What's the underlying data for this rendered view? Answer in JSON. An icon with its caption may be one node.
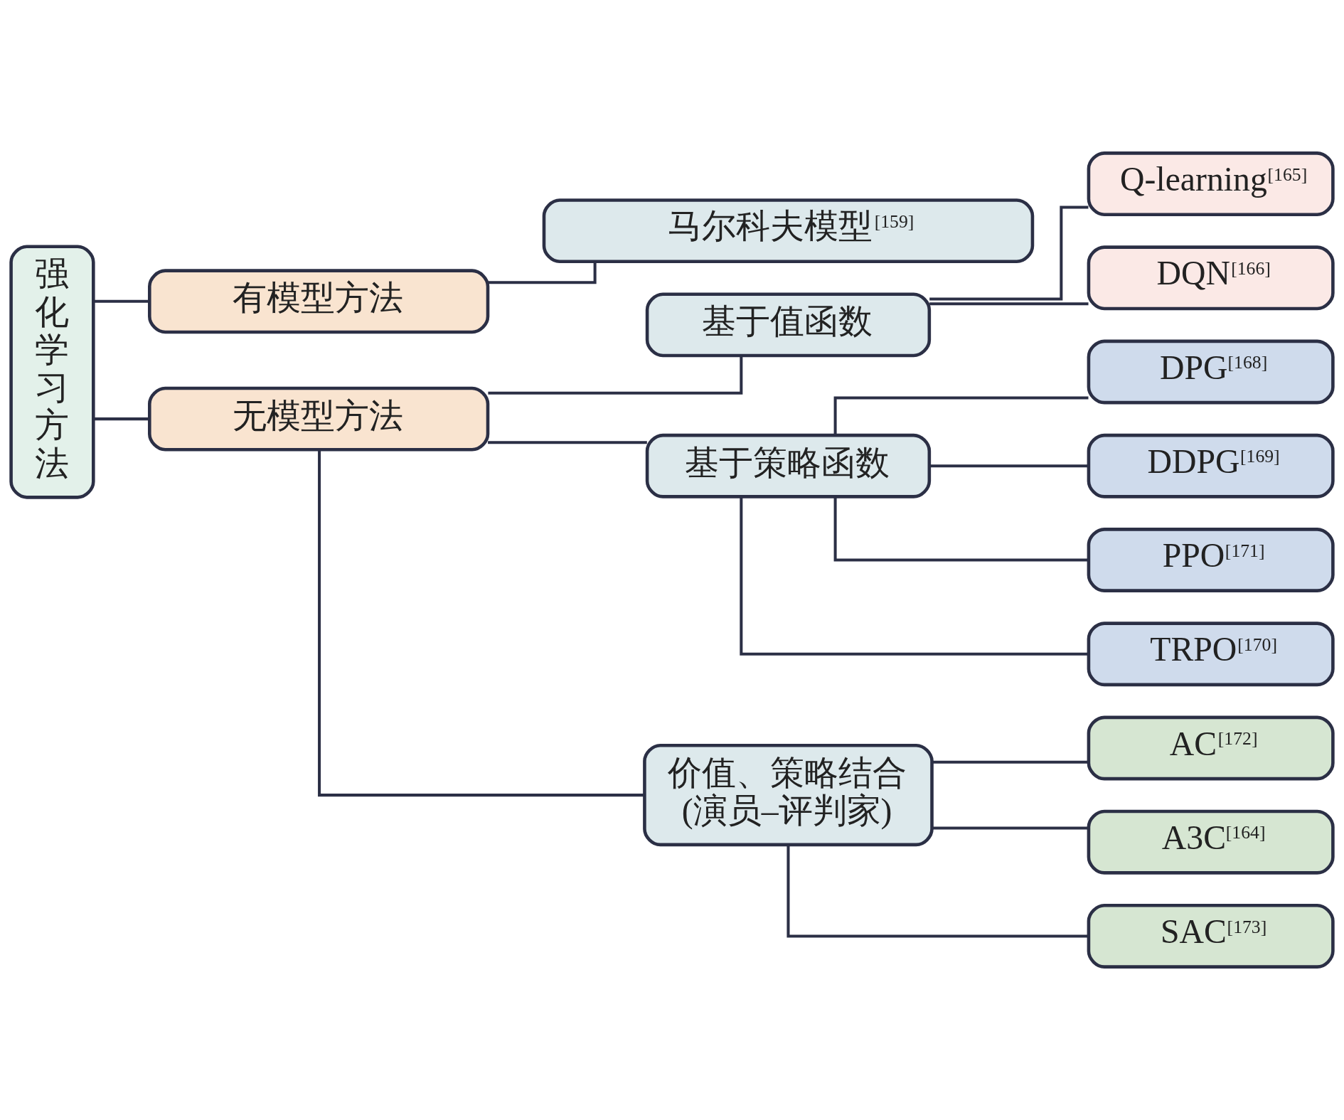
{
  "diagram": {
    "nodes": [
      {
        "text": [
          "强化学习方法"
        ]
      },
      {
        "text": [
          "有模型方法"
        ]
      },
      {
        "text": [
          "无模型方法"
        ]
      },
      {
        "text": [
          "马尔科夫模型$^{[159]}$"
        ]
      },
      {
        "text": [
          "基于值函数"
        ]
      },
      {
        "text": [
          "基于策略函数"
        ]
      },
      {
        "text": [
          "价值、策略结合 (演员–评判家)"
        ]
      },
      {
        "text": [
          "Q-learning$^{[165]}$"
        ]
      },
      {
        "text": [
          "DQN$^{[166]}$"
        ]
      },
      {
        "text": [
          "DPG$^{[168]}$"
        ]
      },
      {
        "text": [
          "DDPG$^{[169]}$"
        ]
      },
      {
        "text": [
          "PPO$^{[171]}$"
        ]
      },
      {
        "text": [
          "TRPO$^{[170]}$"
        ]
      },
      {
        "text": [
          "AC$^{[172]}$"
        ]
      },
      {
        "text": [
          "A3C$^{[164]}$"
        ]
      },
      {
        "text": [
          "SAC$^{[173]}$"
        ]
      }
    ],
    "edges": [
      {
        "from": 0,
        "to": 1,
        "arrow": "none"
      },
      {
        "from": 0,
        "to": 2,
        "arrow": "none"
      },
      {
        "from": 1,
        "to": 3,
        "arrow": "none"
      },
      {
        "from": 2,
        "to": 4,
        "arrow": "none"
      },
      {
        "from": 2,
        "to": 5,
        "arrow": "none"
      },
      {
        "from": 2,
        "to": 6,
        "arrow": "none"
      },
      {
        "from": 4,
        "to": 7,
        "arrow": "none"
      },
      {
        "from": 4,
        "to": 8,
        "arrow": "none"
      },
      {
        "from": 5,
        "to": 9,
        "arrow": "none"
      },
      {
        "from": 5,
        "to": 10,
        "arrow": "none"
      },
      {
        "from": 5,
        "to": 11,
        "arrow": "none"
      },
      {
        "from": 5,
        "to": 12,
        "arrow": "none"
      },
      {
        "from": 6,
        "to": 13,
        "arrow": "none"
      },
      {
        "from": 6,
        "to": 14,
        "arrow": "none"
      },
      {
        "from": 6,
        "to": 15,
        "arrow": "none"
      }
    ]
  }
}
